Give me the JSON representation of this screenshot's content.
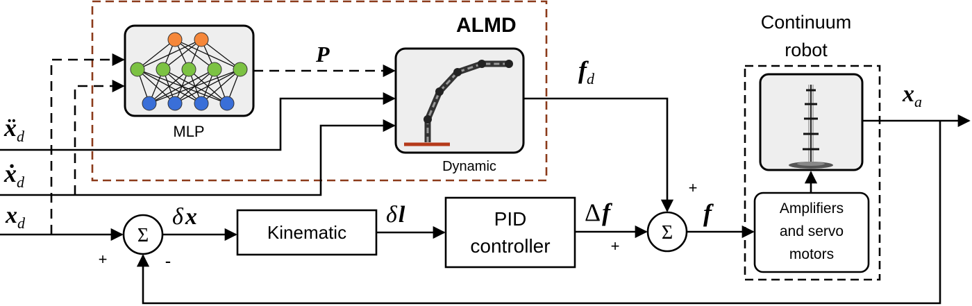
{
  "groups": {
    "almd": {
      "label": "ALMD"
    },
    "robot": {
      "label_line1": "Continuum",
      "label_line2": "robot"
    }
  },
  "blocks": {
    "mlp": {
      "label": "MLP"
    },
    "dynamic": {
      "label": "Dynamic"
    },
    "kinematic": {
      "label": "Kinematic"
    },
    "pid": {
      "label_line1": "PID",
      "label_line2": "controller"
    },
    "amplifiers": {
      "label_line1": "Amplifiers",
      "label_line2": "and servo",
      "label_line3": "motors"
    }
  },
  "summing_junctions": {
    "left": {
      "symbol": "Σ",
      "sign_in": "+",
      "sign_feedback": "-"
    },
    "right": {
      "symbol": "Σ",
      "sign_top": "+",
      "sign_left": "+"
    }
  },
  "signals": {
    "P": "P",
    "fd_main": "f",
    "fd_sub": "d",
    "xa_main": "x",
    "xa_sub": "a",
    "xddot_main": "ẍ",
    "xddot_sub": "d",
    "xdot_main": "ẋ",
    "xdot_sub": "d",
    "x_main": "x",
    "x_sub": "d",
    "dx_delta": "δ",
    "dx_var": "x",
    "dl_delta": "δ",
    "dl_var": "l",
    "df_delta": "Δ",
    "df_var": "f",
    "f": "f"
  },
  "colors": {
    "almd_border": "#8b3a1a",
    "almd_text": "#8b3a1a",
    "neuron_output": "#f5873a",
    "neuron_hidden": "#7cc243",
    "neuron_input": "#3a6fd8",
    "robot_base": "#b53a1a",
    "block_fill": "#eeeeee"
  }
}
